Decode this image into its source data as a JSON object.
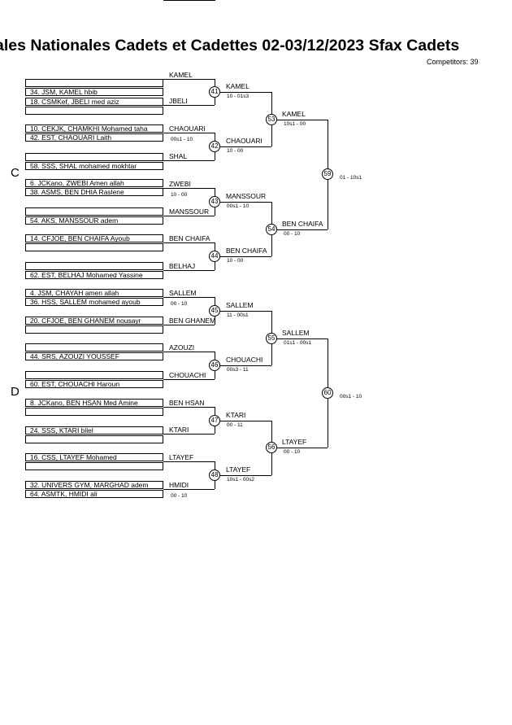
{
  "title": "ales Nationales Cadets et Cadettes  02-03/12/2023  Sfax   Cadets",
  "competitors": "Competitors: 39",
  "sections": [
    "C",
    "D"
  ],
  "slots": [
    "",
    "34. JSM, KAMEL hbib",
    "18. CSMKef, JBELI med aziz",
    "",
    "10. CEKJK, CHAMKHI Mohamed taha",
    "42. EST, CHAOUARI Laith",
    "",
    "58. SSS, SHAL mohamed mokhtar",
    "6. JCKano, ZWEBI Amen allah",
    "38. ASMS, BEN DHIA Raslene",
    "",
    "54. AKS, MANSSOUR adem",
    "14. CFJOE, BEN CHAIFA Ayoub",
    "",
    "",
    "62. EST, BELHAJ Mohamed Yassine",
    "4. JSM, CHAYAH amen allah",
    "36. HSS, SALLEM mohamed ayoub",
    "20. CFJOE, BEN GHANEM nousayr",
    "",
    "",
    "44. SRS, AZOUZI YOUSSEF",
    "",
    "60. EST, CHOUACHI Haroun",
    "8. JCKano, BEN HSAN Med Amine",
    "",
    "24. SSS, KTARI bilel",
    "",
    "16. CSS, LTAYEF Mohamed",
    "",
    "32. UNIVERS GYM, MARGHAD adem",
    "64. ASMTK, HMIDI ali"
  ],
  "round1_winners": [
    "KAMEL",
    "JBELI",
    "CHAOUARI",
    "SHAL",
    "ZWEBI",
    "MANSSOUR",
    "BEN CHAIFA",
    "BELHAJ",
    "SALLEM",
    "BEN GHANEM",
    "AZOUZI",
    "CHOUACHI",
    "BEN HSAN",
    "KTARI",
    "LTAYEF",
    "HMIDI"
  ],
  "round1_scores": [
    "",
    "",
    "00s1 - 10",
    "",
    "10 - 00",
    "",
    "",
    "",
    "00 - 10",
    "",
    "",
    "",
    "",
    "",
    "",
    "00 - 10"
  ],
  "matches": [
    {
      "no": "41",
      "winner": "KAMEL",
      "score": "10 - 01s3"
    },
    {
      "no": "42",
      "winner": "CHAOUARI",
      "score": "10 - 00"
    },
    {
      "no": "43",
      "winner": "MANSSOUR",
      "score": "00s1 - 10"
    },
    {
      "no": "44",
      "winner": "BEN CHAIFA",
      "score": "10 - 00"
    },
    {
      "no": "45",
      "winner": "SALLEM",
      "score": "11 - 00s1"
    },
    {
      "no": "46",
      "winner": "CHOUACHI",
      "score": "00s3 - 11"
    },
    {
      "no": "47",
      "winner": "KTARI",
      "score": "00 - 11"
    },
    {
      "no": "48",
      "winner": "LTAYEF",
      "score": "10s1 - 00s2"
    },
    {
      "no": "53",
      "winner": "KAMEL",
      "score": "10s1 - 00"
    },
    {
      "no": "54",
      "winner": "BEN CHAIFA",
      "score": "00 - 10"
    },
    {
      "no": "55",
      "winner": "SALLEM",
      "score": "01s1 - 00s1"
    },
    {
      "no": "56",
      "winner": "LTAYEF",
      "score": "00 - 10"
    },
    {
      "no": "59",
      "winner": "",
      "score": "01 - 10s1"
    },
    {
      "no": "60",
      "winner": "",
      "score": "00s1 - 10"
    }
  ]
}
